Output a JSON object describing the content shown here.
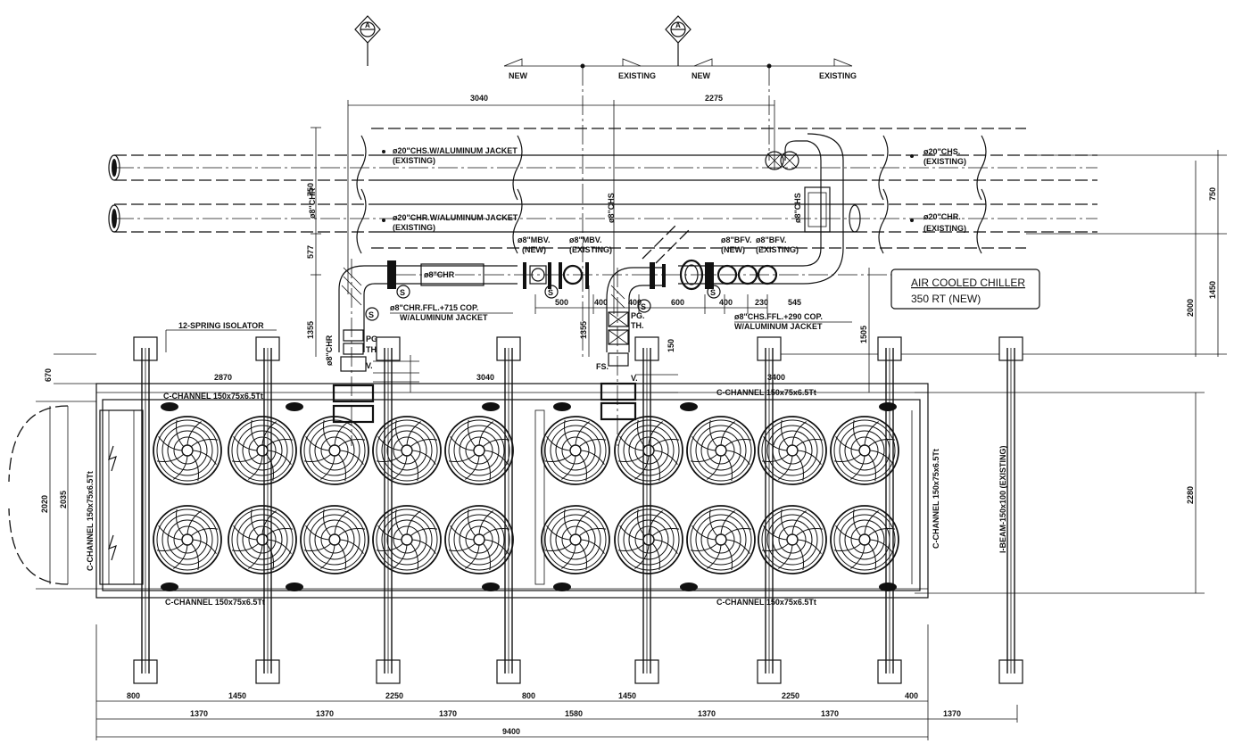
{
  "chiller": {
    "title": "AIR COOLED CHILLER",
    "subtitle": "350 RT (NEW)"
  },
  "section_marks": [
    "A",
    "A"
  ],
  "headers": {
    "new_1": "NEW",
    "existing_1": "EXISTING",
    "new_2": "NEW",
    "existing_2": "EXISTING"
  },
  "pipe_labels": {
    "chs_left": "ø20\"CHS.W/ALUMINUM JACKET",
    "chs_left_sub": "(EXISTING)",
    "chr_left": "ø20\"CHR.W/ALUMINUM JACKET",
    "chr_left_sub": "(EXISTING)",
    "chs_right": "ø20\"CHS.",
    "chs_right_sub": "(EXISTING)",
    "chr_right": "ø20\"CHR.",
    "chr_right_sub": "(EXISTING)",
    "chr_vert": "ø8\"CHR",
    "chs_vert": "ø8\"CHS",
    "chs_vert_2": "ø8\"CHS",
    "chr_small": "ø8\"CHR",
    "chr_short": "ø8\"CHR",
    "mbv_new": "ø8\"MBV.",
    "mbv_new_sub": "(NEW)",
    "mbv_exist": "ø8\"MBV.",
    "mbv_exist_sub": "(EXISTING)",
    "bfv_new": "ø8\"BFV.",
    "bfv_new_sub": "(NEW)",
    "bfv_exist": "ø8\"BFV.",
    "bfv_exist_sub": "(EXISTING)",
    "chr_ffl": "ø8\"CHR.FFL.+715 COP.",
    "chr_ffl_sub": "W/ALUMINUM JACKET",
    "chs_ffl": "ø8\"CHS.FFL.+290 COP.",
    "chs_ffl_sub": "W/ALUMINUM JACKET",
    "spring": "12-SPRING ISOLATOR",
    "cch_top_l": "C-CHANNEL 150x75x6.5Tt",
    "cch_top_r": "C-CHANNEL 150x75x6.5Tt",
    "cch_bot_l": "C-CHANNEL 150x75x6.5Tt",
    "cch_bot_r": "C-CHANNEL 150x75x6.5Tt",
    "cch_left": "C-CHANNEL 150x75x6.5Tt",
    "cch_right": "C-CHANNEL 150x75x6.5Tt",
    "ibeam": "I-BEAM-150x100 (EXISTING)",
    "pg1": "PG.",
    "th1": "TH.",
    "v1": "V.",
    "pg2": "PG.",
    "th2": "TH.",
    "v2": "V.",
    "fs": "FS.",
    "s": "S"
  },
  "dims": {
    "d3040": "3040",
    "d2275": "2275",
    "d750a": "750",
    "d577": "577",
    "d1355a": "1355",
    "d1355b": "1355",
    "d500": "500",
    "d400a": "400",
    "d400b": "400",
    "d600": "600",
    "d400c": "400",
    "d230": "230",
    "d545": "545",
    "d150": "150",
    "d1505": "1505",
    "d750b": "750",
    "d1450r": "1450",
    "d2000": "2000",
    "d2280": "2280",
    "d2870": "2870",
    "d3040b": "3040",
    "d3400": "3400",
    "d670": "670",
    "d2020": "2020",
    "d2035": "2035",
    "b_800a": "800",
    "b_1450a": "1450",
    "b_2250a": "2250",
    "b_800b": "800",
    "b_1450b": "1450",
    "b_2250b": "2250",
    "b_400": "400",
    "c_1370a": "1370",
    "c_1370b": "1370",
    "c_1370c": "1370",
    "c_1580": "1580",
    "c_1370d": "1370",
    "c_1370e": "1370",
    "c_1370f": "1370",
    "total": "9400"
  }
}
